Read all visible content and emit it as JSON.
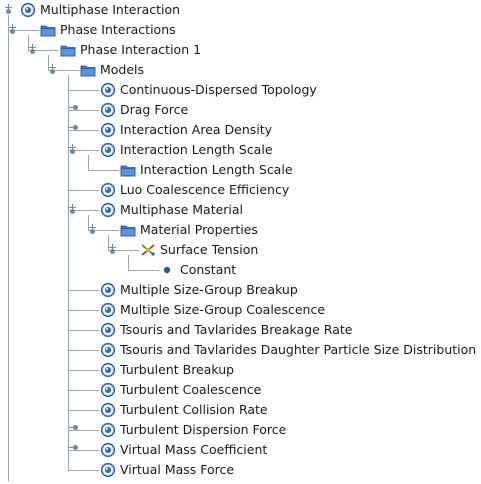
{
  "tree": [
    {
      "label": "Multiphase Interaction",
      "depth": 0,
      "icon": "node-icon",
      "expanded": true
    },
    {
      "label": "Phase Interactions",
      "depth": 1,
      "icon": "folder-icon",
      "expanded": true
    },
    {
      "label": "Phase Interaction 1",
      "depth": 2,
      "icon": "folder-icon",
      "expanded": true
    },
    {
      "label": "Models",
      "depth": 3,
      "icon": "folder-icon",
      "expanded": true
    },
    {
      "label": "Continuous-Dispersed Topology",
      "depth": 4,
      "icon": "node-icon"
    },
    {
      "label": "Drag Force",
      "depth": 4,
      "icon": "node-icon",
      "collapsed": true
    },
    {
      "label": "Interaction Area Density",
      "depth": 4,
      "icon": "node-icon",
      "collapsed": true
    },
    {
      "label": "Interaction Length Scale",
      "depth": 4,
      "icon": "node-icon",
      "expanded": true
    },
    {
      "label": "Interaction Length Scale",
      "depth": 5,
      "icon": "folder-icon"
    },
    {
      "label": "Luo Coalescence Efficiency",
      "depth": 4,
      "icon": "node-icon"
    },
    {
      "label": "Multiphase Material",
      "depth": 4,
      "icon": "node-icon",
      "expanded": true
    },
    {
      "label": "Material Properties",
      "depth": 5,
      "icon": "folder-icon",
      "expanded": true
    },
    {
      "label": "Surface Tension",
      "depth": 6,
      "icon": "property-icon",
      "expanded": true
    },
    {
      "label": "Constant",
      "depth": 7,
      "icon": "dot-icon"
    },
    {
      "label": "Multiple Size-Group Breakup",
      "depth": 4,
      "icon": "node-icon"
    },
    {
      "label": "Multiple Size-Group Coalescence",
      "depth": 4,
      "icon": "node-icon"
    },
    {
      "label": "Tsouris and Tavlarides Breakage Rate",
      "depth": 4,
      "icon": "node-icon"
    },
    {
      "label": "Tsouris and Tavlarides Daughter Particle Size Distribution",
      "depth": 4,
      "icon": "node-icon"
    },
    {
      "label": "Turbulent Breakup",
      "depth": 4,
      "icon": "node-icon"
    },
    {
      "label": "Turbulent Coalescence",
      "depth": 4,
      "icon": "node-icon"
    },
    {
      "label": "Turbulent Collision Rate",
      "depth": 4,
      "icon": "node-icon"
    },
    {
      "label": "Turbulent Dispersion Force",
      "depth": 4,
      "icon": "node-icon",
      "collapsed": true
    },
    {
      "label": "Virtual Mass Coefficient",
      "depth": 4,
      "icon": "node-icon",
      "collapsed": true
    },
    {
      "label": "Virtual Mass Force",
      "depth": 4,
      "icon": "node-icon"
    }
  ],
  "colors": {
    "line": "#9aa8b8",
    "node_ring": "#2f66b3",
    "folder": "#3f78c8",
    "dot": "#2b55b0"
  }
}
